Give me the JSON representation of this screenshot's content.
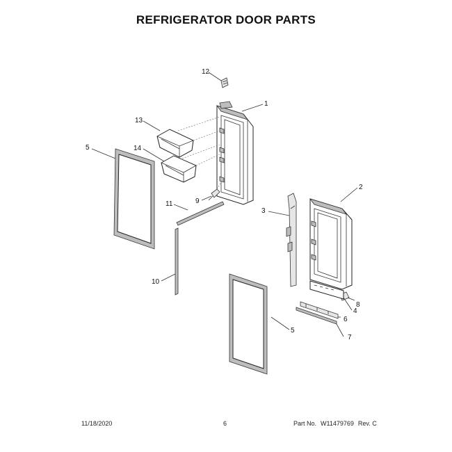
{
  "title": "REFRIGERATOR DOOR PARTS",
  "callouts": [
    "1",
    "2",
    "3",
    "4",
    "5",
    "5",
    "6",
    "7",
    "8",
    "9",
    "10",
    "11",
    "12",
    "13",
    "14"
  ],
  "footer": {
    "date": "11/18/2020",
    "page": "6",
    "part_label": "Part No.",
    "part_number": "W11479769",
    "rev": "Rev. C"
  }
}
